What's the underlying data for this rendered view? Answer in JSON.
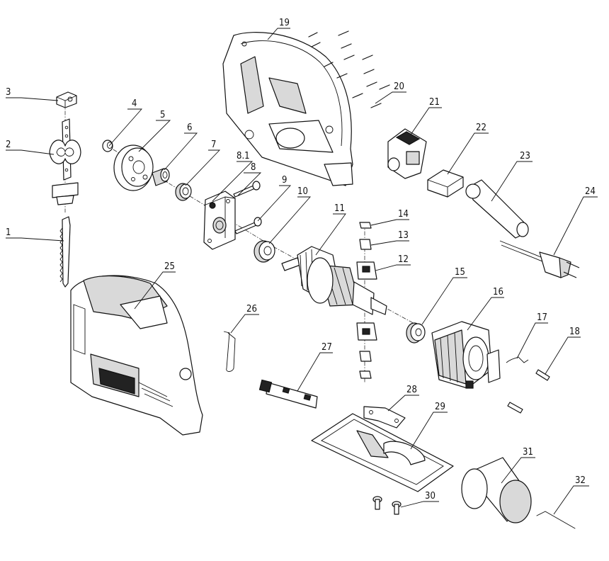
{
  "callouts": [
    "1",
    "2",
    "3",
    "4",
    "5",
    "6",
    "7",
    "8.1",
    "8",
    "9",
    "10",
    "11",
    "12",
    "13",
    "14",
    "15",
    "16",
    "17",
    "18",
    "19",
    "20",
    "21",
    "22",
    "23",
    "24",
    "25",
    "26",
    "27",
    "28",
    "29",
    "30",
    "31",
    "32"
  ]
}
